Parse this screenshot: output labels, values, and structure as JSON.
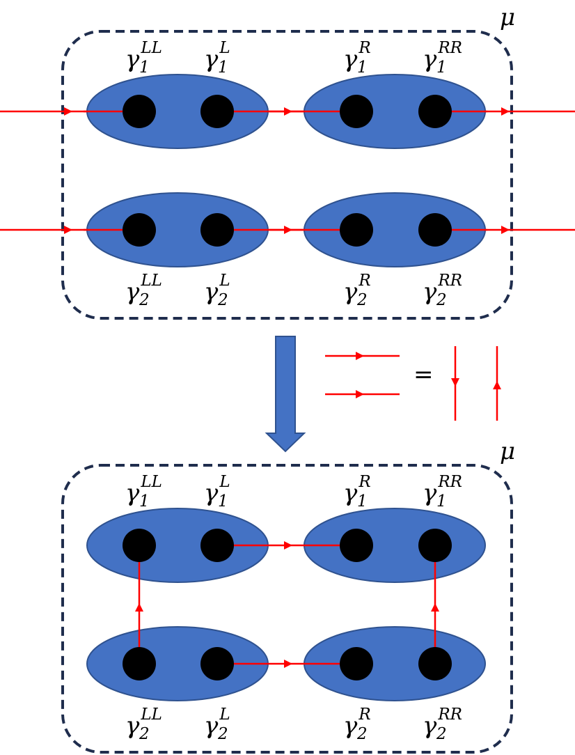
{
  "panels": [
    {
      "id": "top",
      "mu_label": "μ",
      "labels": {
        "top_row": [
          {
            "sym": "γ",
            "sub": "1",
            "sup": "LL"
          },
          {
            "sym": "γ",
            "sub": "1",
            "sup": "L"
          },
          {
            "sym": "γ",
            "sub": "1",
            "sup": "R"
          },
          {
            "sym": "γ",
            "sub": "1",
            "sup": "RR"
          }
        ],
        "bottom_row": [
          {
            "sym": "γ",
            "sub": "2",
            "sup": "LL"
          },
          {
            "sym": "γ",
            "sub": "2",
            "sup": "L"
          },
          {
            "sym": "γ",
            "sub": "2",
            "sup": "R"
          },
          {
            "sym": "γ",
            "sub": "2",
            "sup": "RR"
          }
        ]
      }
    },
    {
      "id": "bottom",
      "mu_label": "μ",
      "labels": {
        "top_row": [
          {
            "sym": "γ",
            "sub": "1",
            "sup": "LL"
          },
          {
            "sym": "γ",
            "sub": "1",
            "sup": "L"
          },
          {
            "sym": "γ",
            "sub": "1",
            "sup": "R"
          },
          {
            "sym": "γ",
            "sub": "1",
            "sup": "RR"
          }
        ],
        "bottom_row": [
          {
            "sym": "γ",
            "sub": "2",
            "sup": "LL"
          },
          {
            "sym": "γ",
            "sub": "2",
            "sup": "L"
          },
          {
            "sym": "γ",
            "sub": "2",
            "sup": "R"
          },
          {
            "sym": "γ",
            "sub": "2",
            "sup": "RR"
          }
        ]
      }
    }
  ],
  "equivalence_sign": "=",
  "colors": {
    "ellipse_fill": "#4472c4",
    "ellipse_stroke": "#2f528f",
    "dot": "#000000",
    "line": "#ff0000",
    "box_stroke": "#1f2d4d",
    "big_arrow_fill": "#4472c4",
    "big_arrow_stroke": "#2f528f"
  }
}
